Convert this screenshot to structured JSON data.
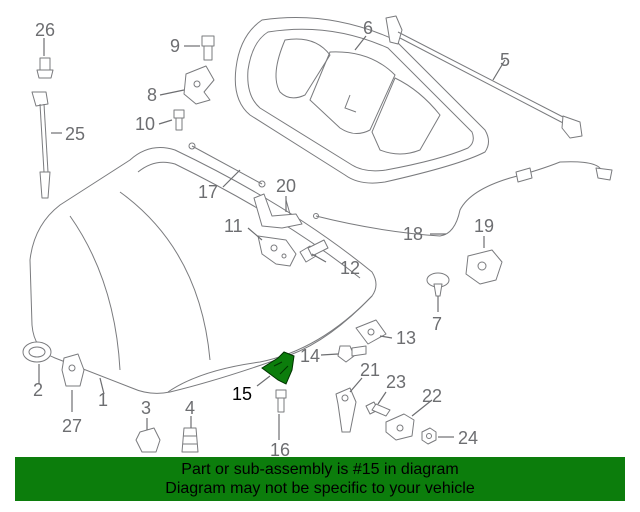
{
  "callouts": {
    "c1": "1",
    "c2": "2",
    "c3": "3",
    "c4": "4",
    "c5": "5",
    "c6": "6",
    "c7": "7",
    "c8": "8",
    "c9": "9",
    "c10": "10",
    "c11": "11",
    "c12": "12",
    "c13": "13",
    "c14": "14",
    "c15": "15",
    "c16": "16",
    "c17": "17",
    "c18": "18",
    "c19": "19",
    "c20": "20",
    "c21": "21",
    "c22": "22",
    "c23": "23",
    "c24": "24",
    "c25": "25",
    "c26": "26",
    "c27": "27"
  },
  "highlight": {
    "part_number": "15",
    "color": "#0c7d0c"
  },
  "banner": {
    "line1": "Part or sub-assembly is #15 in diagram",
    "line2": "Diagram may not be specific to your vehicle",
    "background": "#0c7d0c"
  }
}
